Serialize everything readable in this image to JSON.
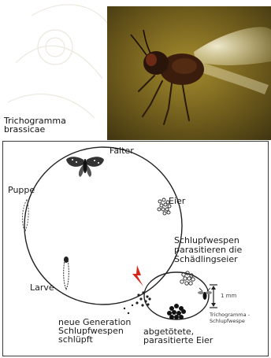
{
  "caption": {
    "line1": "Trichogramma",
    "line2": "brassicae"
  },
  "diagram": {
    "stages": {
      "moth": "Falter",
      "eggs": "Eier",
      "pupa": "Puppe",
      "larva": "Larve"
    },
    "parasitize": {
      "line1": "Schlupfwespen",
      "line2": "parasitieren die",
      "line3": "Schädlingseier"
    },
    "new_generation": {
      "line1": "neue Generation",
      "line2": "Schlupfwespen",
      "line3": "schlüpft"
    },
    "killed_eggs": {
      "line1": "abgetötete,",
      "line2": "parasitierte Eier"
    },
    "scale": {
      "value": "1 mm",
      "label_line1": "Trichogramma -",
      "label_line2": "Schlupfwespe"
    }
  },
  "colors": {
    "photo_bg": "#6f5c1c",
    "wasp_body": "#2a150a",
    "lightning": "#d62718",
    "line": "#222222"
  }
}
